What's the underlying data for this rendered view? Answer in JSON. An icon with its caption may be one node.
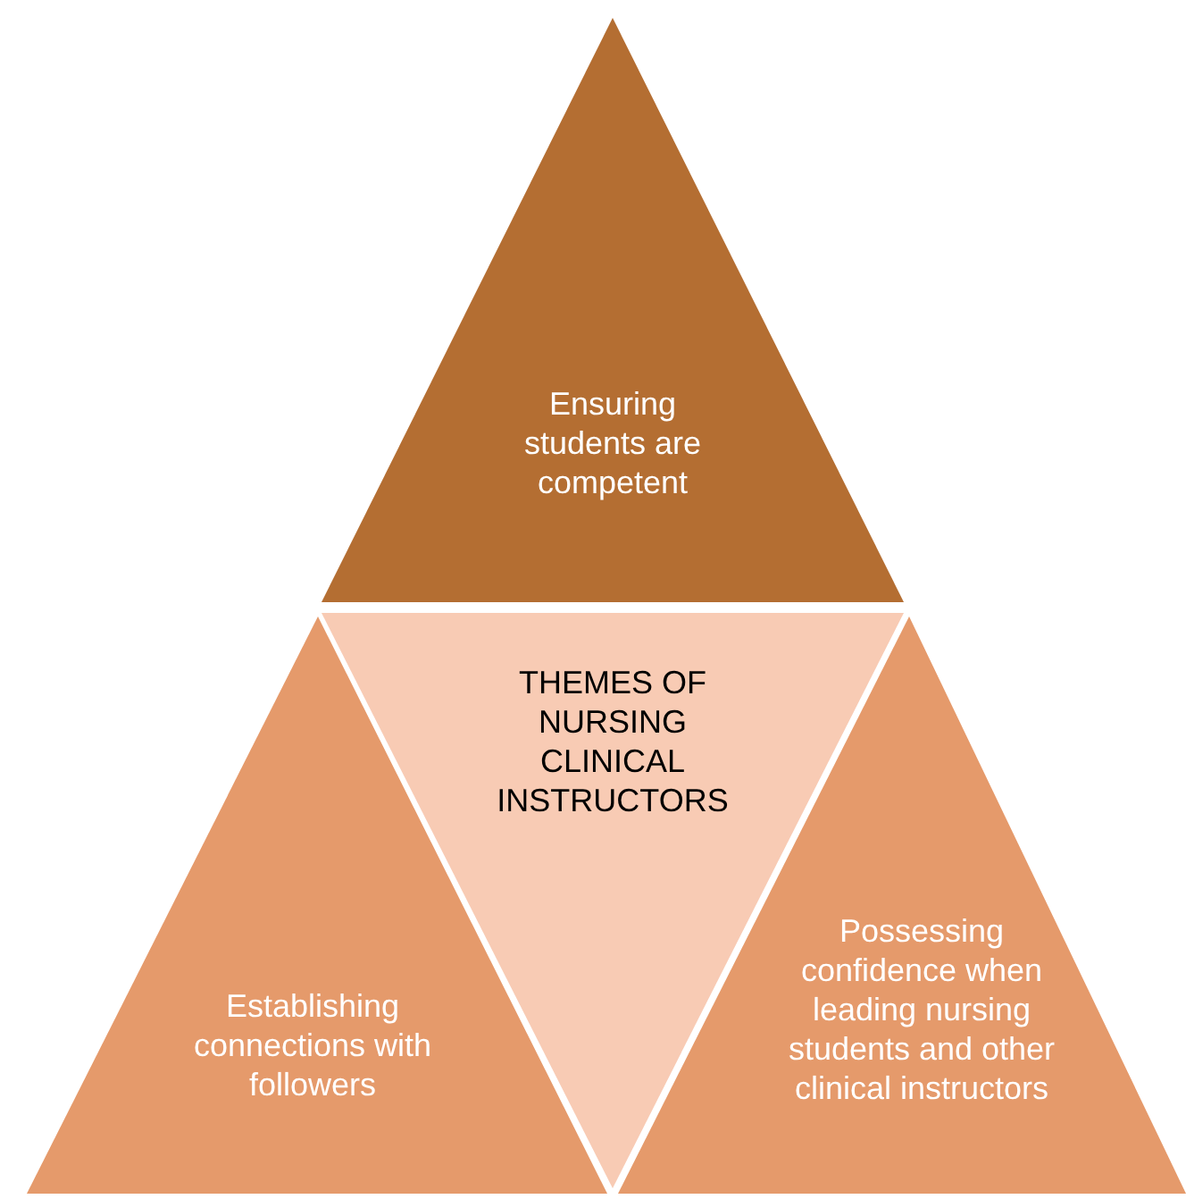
{
  "diagram": {
    "nodes": [
      {
        "text": [
          "Ensuring students are competent"
        ]
      },
      {
        "text": [
          "THEMES OF NURSING CLINICAL INSTRUCTORS"
        ]
      },
      {
        "text": [
          "Establishing connections with followers"
        ]
      },
      {
        "text": [
          "Possessing confidence when leading nursing students and other clinical instructors"
        ]
      }
    ]
  }
}
